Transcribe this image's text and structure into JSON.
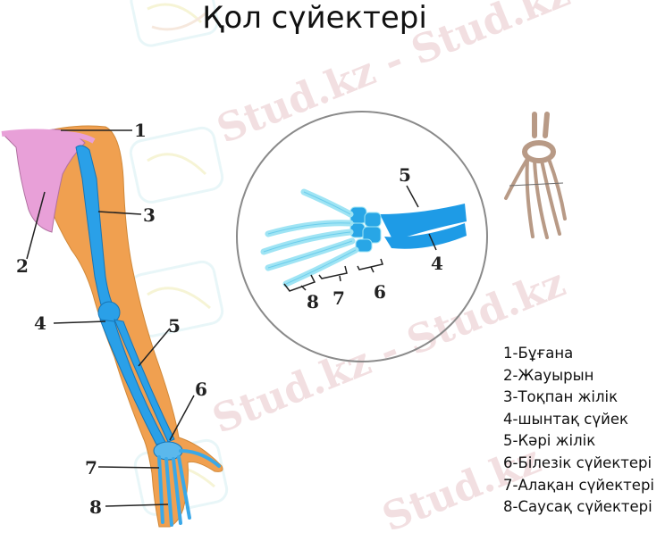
{
  "title": "Қол сүйектері",
  "watermark": {
    "text_long": "Stud.kz - Stud.kz",
    "text_short": "Stud.kz"
  },
  "arm_diagram": {
    "labels": [
      "1",
      "2",
      "3",
      "4",
      "5",
      "6",
      "7",
      "8"
    ],
    "colors": {
      "skin": "#F0A050",
      "bone": "#2AA0E8",
      "scapula": "#E8A0D8",
      "line": "#222222"
    }
  },
  "hand_closeup": {
    "labels": [
      "5",
      "4",
      "8",
      "7",
      "6"
    ],
    "colors": {
      "bone_light": "#9FE4F4",
      "bone_dark": "#1E9BE6",
      "circle": "#888888"
    }
  },
  "skeleton_hand": {
    "color": "#B89A86"
  },
  "legend": {
    "items": [
      "1-Бұғана",
      "2-Жауырын",
      "3-Тоқпан жілік",
      "4-шынтақ сүйек",
      "5-Кәрі жілік",
      "6-Білезік сүйектері",
      "7-Алақан сүйектері",
      "8-Саусақ сүйектері"
    ]
  }
}
